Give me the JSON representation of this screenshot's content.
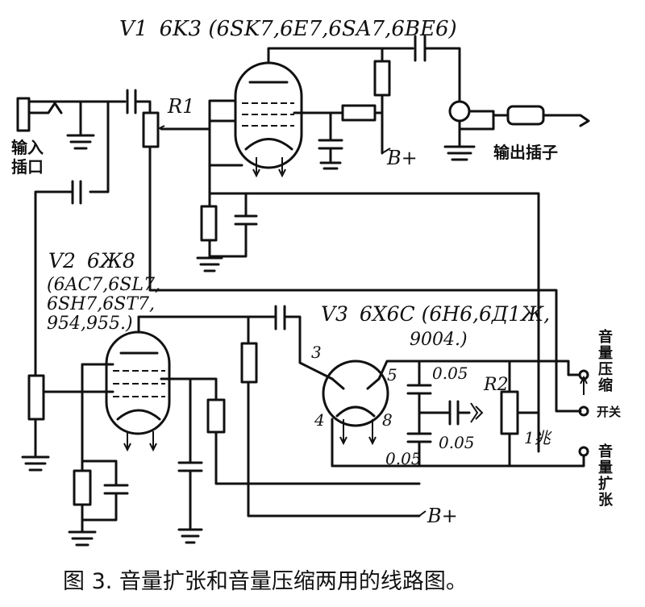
{
  "tubes": {
    "v1": {
      "designator": "V1",
      "type": "6K3",
      "equivalents": "(6SK7,6E7,6SA7,6BE6)"
    },
    "v2": {
      "designator": "V2",
      "type": "6Ж8",
      "equivalents": [
        "(6AC7,6SL7,",
        "6SH7,6ST7,",
        "954,955.)"
      ]
    },
    "v3": {
      "designator": "V3",
      "type": "6X6C",
      "equivalents": [
        "(6H6,6Д1Ж,",
        "9004.)"
      ]
    }
  },
  "components": {
    "r1": "R1",
    "r2": "R2",
    "r2_value": "1兆",
    "c1": "0.05",
    "c2": "0.05",
    "c3": "0.05"
  },
  "pins": {
    "p3": "3",
    "p4": "4",
    "p5": "5",
    "p8": "8"
  },
  "supply": {
    "b_plus_top": "B+",
    "b_plus_bottom": "B+"
  },
  "jacks": {
    "input": [
      "输入",
      "插口"
    ],
    "output": "输出插子"
  },
  "switch": {
    "compress_label": [
      "音",
      "量",
      "压",
      "缩"
    ],
    "switch_label": "开关",
    "expand_label": [
      "音",
      "量",
      "扩",
      "张"
    ]
  },
  "caption": "图 3.   音量扩张和音量压缩两用的线路图。"
}
